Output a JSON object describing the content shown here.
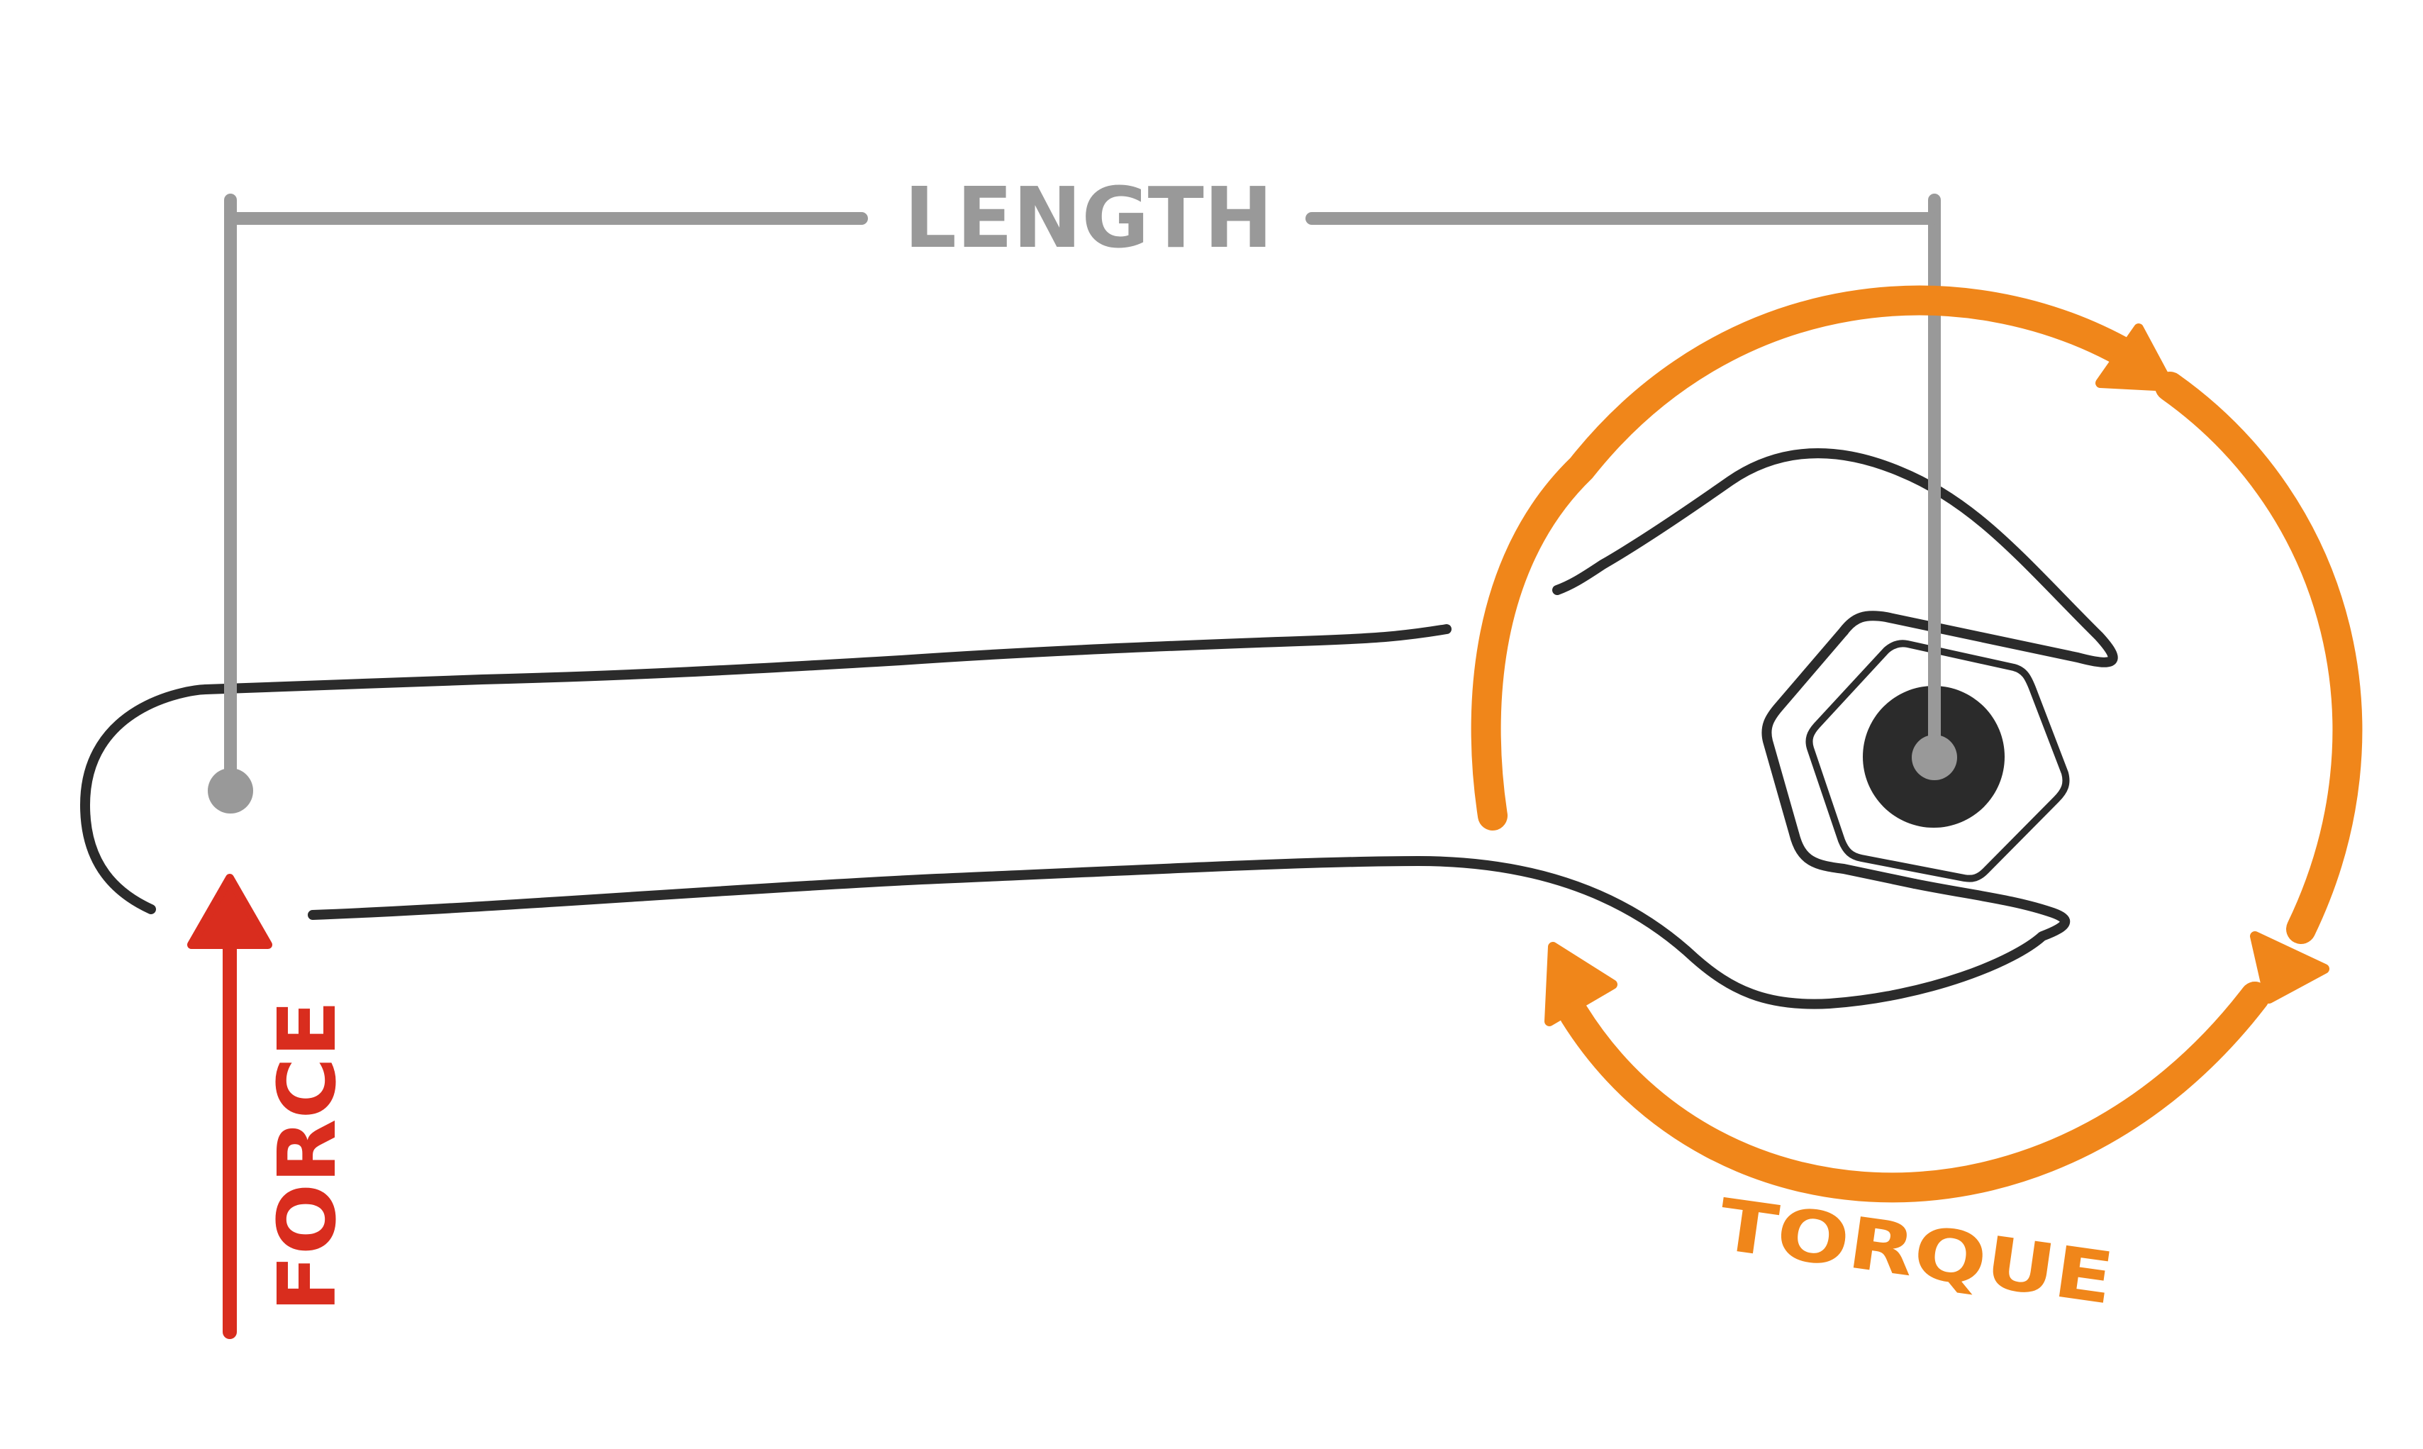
{
  "labels": {
    "length": "LENGTH",
    "force": "FORCE",
    "torque": "TORQUE"
  },
  "colors": {
    "wrench_outline": "#2b2b2b",
    "length_dimension": "#999999",
    "force_arrow": "#d92d1e",
    "torque_arrow": "#f0861a",
    "bolt": "#2b2b2b"
  }
}
